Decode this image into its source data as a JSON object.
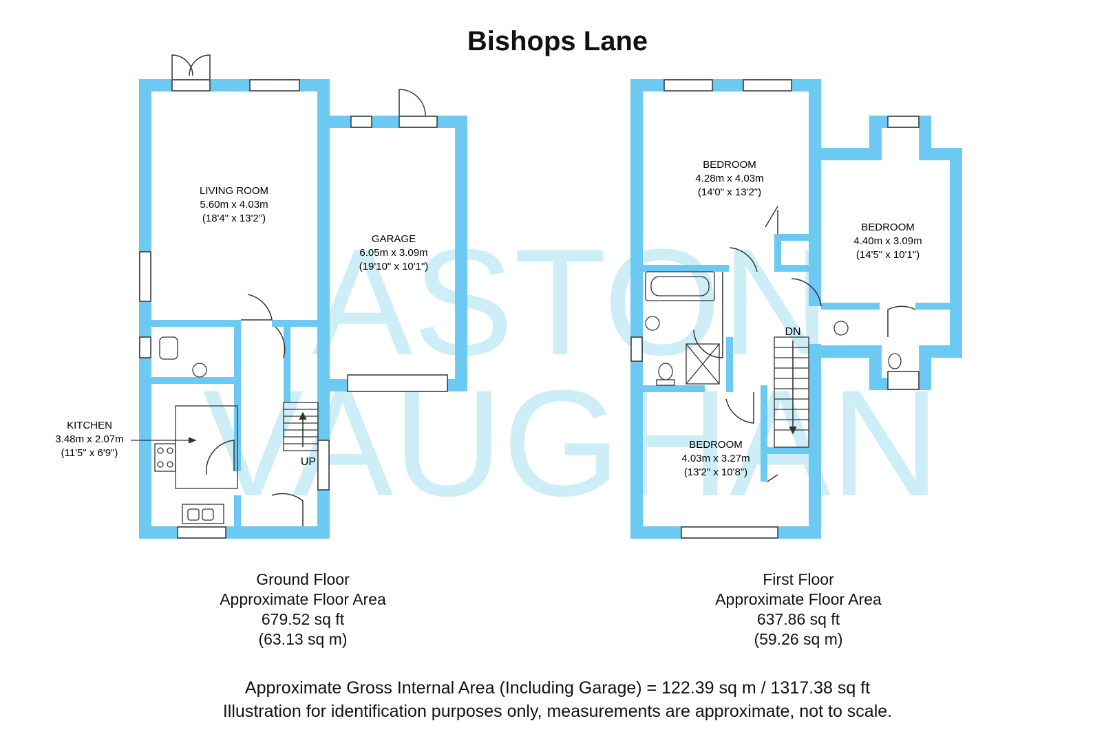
{
  "title": "Bishops Lane",
  "watermark": {
    "line1": "ASTON",
    "line2": "VAUGHAN"
  },
  "colors": {
    "wall": "#6ccaf2",
    "watermark": "#cdeef6",
    "line": "#222222"
  },
  "ground_floor": {
    "caption": [
      "Ground Floor",
      "Approximate Floor Area",
      "679.52 sq ft",
      "(63.13 sq m)"
    ],
    "rooms": {
      "living": {
        "name": "LIVING ROOM",
        "metric": "5.60m x 4.03m",
        "imperial": "(18'4\" x 13'2\")"
      },
      "garage": {
        "name": "GARAGE",
        "metric": "6.05m x 3.09m",
        "imperial": "(19'10\" x 10'1\")"
      },
      "kitchen": {
        "name": "KITCHEN",
        "metric": "3.48m x 2.07m",
        "imperial": "(11'5\" x 6'9\")"
      }
    },
    "stairs_label": "UP"
  },
  "first_floor": {
    "caption": [
      "First Floor",
      "Approximate Floor Area",
      "637.86 sq ft",
      "(59.26 sq m)"
    ],
    "rooms": {
      "bed1": {
        "name": "BEDROOM",
        "metric": "4.28m x 4.03m",
        "imperial": "(14'0\" x 13'2\")"
      },
      "bed2": {
        "name": "BEDROOM",
        "metric": "4.40m x 3.09m",
        "imperial": "(14'5\" x 10'1\")"
      },
      "bed3": {
        "name": "BEDROOM",
        "metric": "4.03m x 3.27m",
        "imperial": "(13'2\" x 10'8\")"
      }
    },
    "stairs_label": "DN"
  },
  "footer": {
    "gross_area": "Approximate Gross Internal Area (Including Garage) = 122.39 sq m / 1317.38 sq ft",
    "disclaimer": "Illustration for identification purposes only, measurements are approximate, not to scale."
  }
}
